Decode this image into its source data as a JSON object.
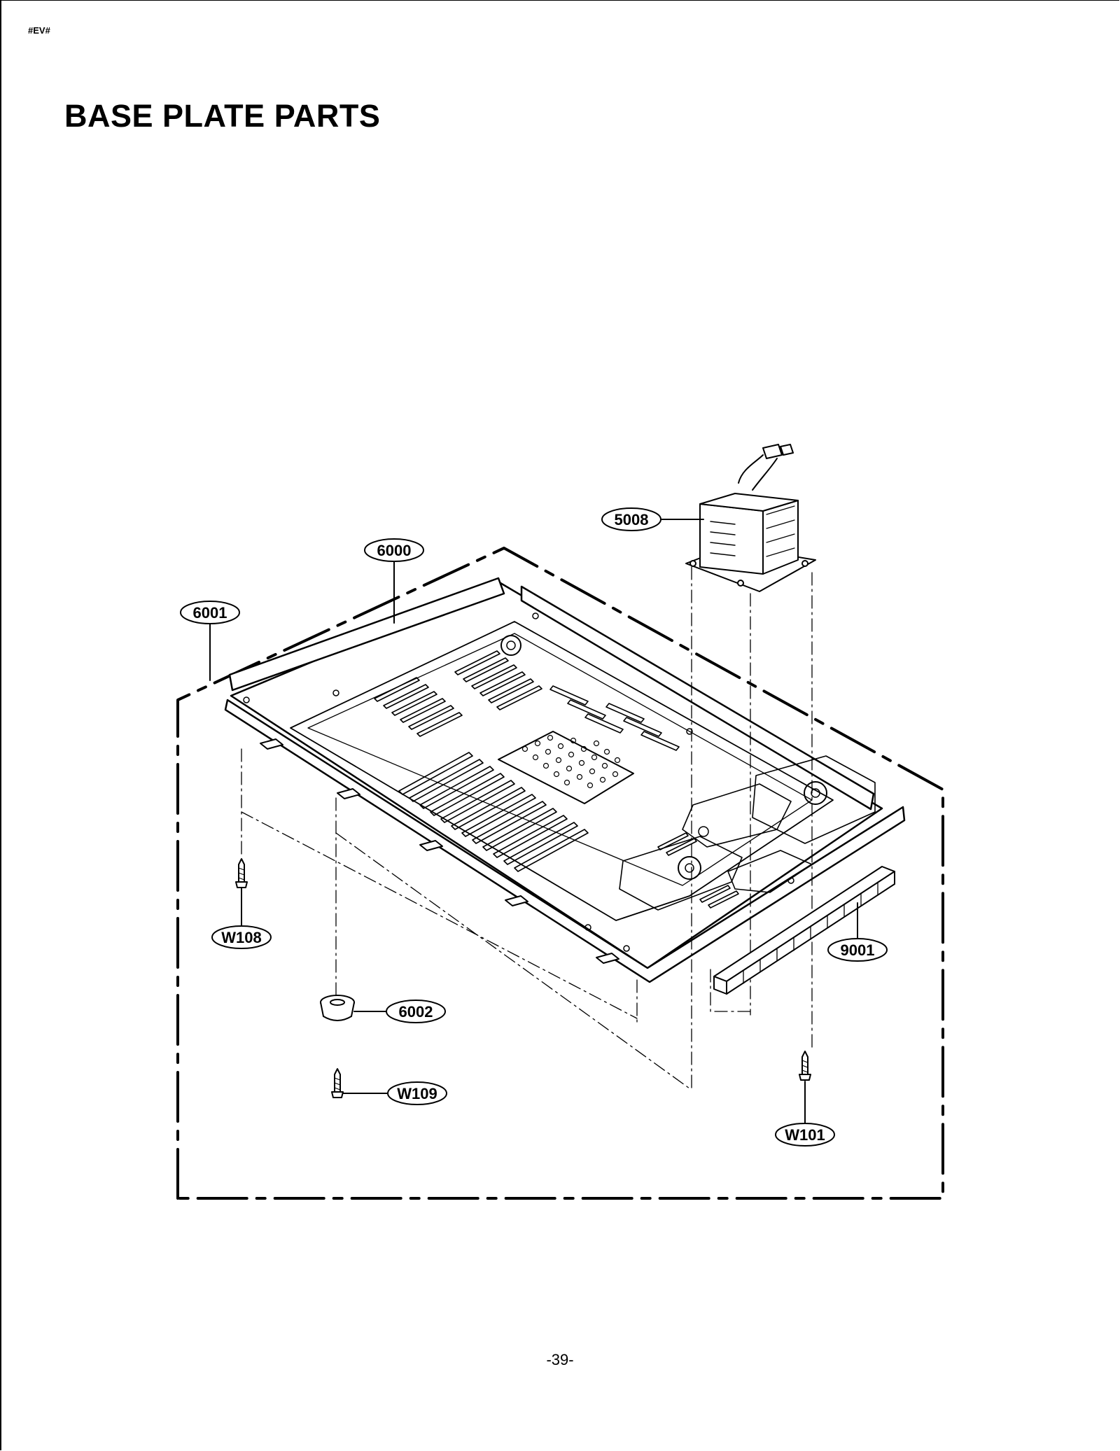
{
  "header": {
    "doc_code": "#EV#"
  },
  "page": {
    "title": "BASE PLATE PARTS",
    "number": "-39-"
  },
  "callouts": {
    "c5008": "5008",
    "c6000": "6000",
    "c6001": "6001",
    "c9001": "9001",
    "c6002": "6002",
    "cW108": "W108",
    "cW109": "W109",
    "cW101": "W101"
  },
  "colors": {
    "line": "#000000",
    "background": "#ffffff"
  }
}
